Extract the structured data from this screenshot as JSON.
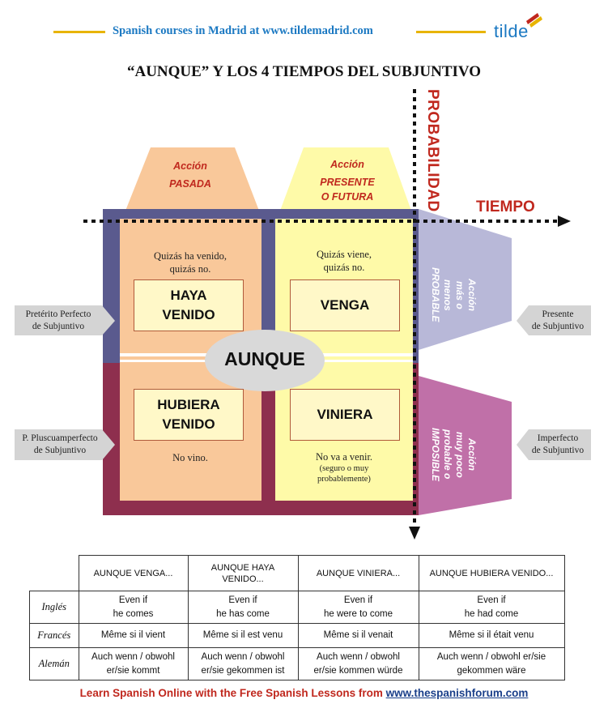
{
  "header": {
    "text": "Spanish courses in Madrid at www.tildemadrid.com",
    "logo": "tilde",
    "logo_colors": [
      "#c0281e",
      "#e8b400"
    ]
  },
  "title": "“AUNQUE” Y LOS 4 TIEMPOS DEL SUBJUNTIVO",
  "axes": {
    "probabilidad": "PROBABILIDAD",
    "tiempo": "TIEMPO"
  },
  "top_actions": {
    "pasada": {
      "accion": "Acción",
      "label": "PASADA"
    },
    "presente": {
      "accion": "Acción",
      "label_line1": "PRESENTE",
      "label_line2": "O FUTURA"
    }
  },
  "quadrants": {
    "top_left": {
      "note_line1": "Quizás ha venido,",
      "note_line2": "quizás no.",
      "box_line1": "HAYA",
      "box_line2": "VENIDO"
    },
    "top_right": {
      "note_line1": "Quizás viene,",
      "note_line2": "quizás no.",
      "box": "VENGA"
    },
    "bottom_left": {
      "box_line1": "HUBIERA",
      "box_line2": "VENIDO",
      "note": "No vino."
    },
    "bottom_right": {
      "box": "VINIERA",
      "note": "No va a venir.",
      "note_small_line1": "(seguro o muy",
      "note_small_line2": "probablemente)"
    }
  },
  "center": "AUNQUE",
  "right_actions": {
    "probable": {
      "line1": "Acción",
      "line2": "más o",
      "line3": "menos",
      "line4": "PROBABLE"
    },
    "improbable": {
      "line1": "Acción",
      "line2": "muy poco",
      "line3": "probable o",
      "line4": "IMPOSIBLE"
    }
  },
  "side_labels": {
    "preterito_perfecto": {
      "line1": "Pretérito Perfecto",
      "line2": "de Subjuntivo"
    },
    "pluscuamperfecto": {
      "line1": "P. Pluscuamperfecto",
      "line2": "de Subjuntivo"
    },
    "presente": {
      "line1": "Presente",
      "line2": "de Subjuntivo"
    },
    "imperfecto": {
      "line1": "Imperfecto",
      "line2": "de Subjuntivo"
    }
  },
  "table": {
    "headers": [
      {
        "line1": "AUNQUE VENGA...",
        "line2": ""
      },
      {
        "line1": "AUNQUE HAYA",
        "line2": "VENIDO..."
      },
      {
        "line1": "AUNQUE VINIERA...",
        "line2": ""
      },
      {
        "line1": "AUNQUE HUBIERA VENIDO...",
        "line2": ""
      }
    ],
    "rows": [
      {
        "lang": "Inglés",
        "cells": [
          {
            "a": "Even if",
            "b": "he comes"
          },
          {
            "a": "Even if",
            "b": "he has come"
          },
          {
            "a": "Even if",
            "b": "he were to come"
          },
          {
            "a": "Even if",
            "b": "he had come"
          }
        ]
      },
      {
        "lang": "Francés",
        "cells": [
          {
            "a": "Même si ",
            "b": "il vient"
          },
          {
            "a": "Même si ",
            "b": "il est venu"
          },
          {
            "a": "Même si ",
            "b": "il venait"
          },
          {
            "a": "Même si ",
            "b": "il était venu"
          }
        ]
      },
      {
        "lang": "Alemán",
        "cells": [
          {
            "a": "Auch wenn / obwohl",
            "b": "er/sie kommt"
          },
          {
            "a": "Auch wenn / obwohl",
            "b": "er/sie gekommen ist"
          },
          {
            "a": "Auch wenn / obwohl",
            "b": "er/sie kommen würde"
          },
          {
            "a": "Auch wenn / obwohl er/sie",
            "b": "gekommen wäre"
          }
        ]
      }
    ]
  },
  "footer": {
    "text": "Learn Spanish Online with the Free Spanish Lessons from ",
    "link": "www.thespanishforum.com"
  },
  "colors": {
    "header_blue": "#1a78c2",
    "accent_red": "#c0281e",
    "past_orange": "#f9c89a",
    "present_yellow": "#fefaa8",
    "top_band": "#5a5a8e",
    "bottom_band": "#8e2f4e",
    "probable_lavender": "#b8b8d8",
    "improbable_pink": "#c070a8",
    "box_fill": "#fff8c8"
  }
}
